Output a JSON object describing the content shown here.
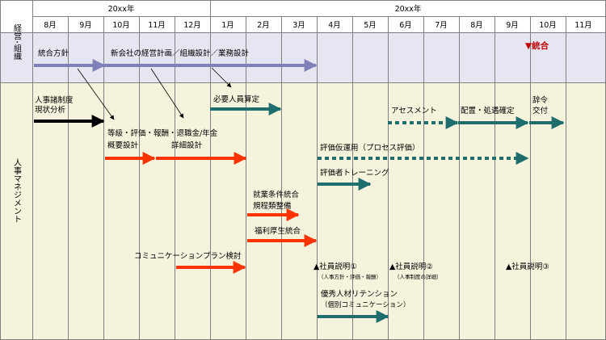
{
  "header": {
    "years": [
      "20xx年",
      "20xx年"
    ],
    "months": [
      "8月",
      "9月",
      "10月",
      "11月",
      "12月",
      "1月",
      "2月",
      "3月",
      "4月",
      "5月",
      "6月",
      "7月",
      "8月",
      "9月",
      "10月",
      "11月"
    ]
  },
  "sections": {
    "org": "経営･組織",
    "hr": "人事マネジメント"
  },
  "labels": {
    "integration_plan": "統合方針",
    "new_company_plan": "新会社の経営計画／組織設計／業務設計",
    "integration_marker": "▼統合",
    "hr_analysis_1": "人事諸制度",
    "hr_analysis_2": "現状分析",
    "headcount": "必要人員算定",
    "assessment": "アセスメント",
    "placement": "配置・処遇確定",
    "appoint_1": "辞令",
    "appoint_2": "交付",
    "grade_1": "等級・評価・報酬・退職金/年金",
    "grade_overview": "概要設計",
    "grade_detail": "詳細設計",
    "eval_trial": "評価仮運用（プロセス評価）",
    "evaluator_training": "評価者トレーニング",
    "rules_1": "就業条件統合",
    "rules_2": "規程類整備",
    "welfare": "福利厚生統合",
    "comm_plan": "コミュニケーションプラン検討",
    "briefing_1": "▲社員説明①",
    "briefing_1_sub": "（人事方針・評価・報酬）",
    "briefing_2": "▲社員説明②",
    "briefing_2_sub": "（人事制度の詳細）",
    "briefing_3": "▲社員説明③",
    "retention_1": "優秀人材リテンション",
    "retention_2": "（個別コミュニケーション）"
  },
  "colors": {
    "header_bg": "#ffffff",
    "org_band": "#e6e6f2",
    "hr_band": "#f6f3dc",
    "grid": "#808080",
    "arrow_purple": "#8080b8",
    "arrow_black": "#000000",
    "arrow_red": "#ff3300",
    "arrow_teal": "#1e6e6e",
    "marker_red": "#c00000"
  }
}
